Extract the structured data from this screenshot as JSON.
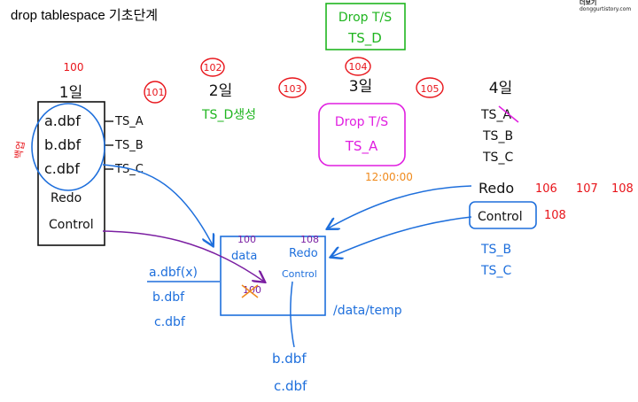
{
  "title": "drop tablespace 기초단계",
  "watermark": {
    "line1": "더보기",
    "line2": "donggurtistory.com"
  },
  "drop_box": {
    "line1": "Drop T/S",
    "line2": "TS_D"
  },
  "scn_labels": [
    "100",
    "101",
    "102",
    "103",
    "104",
    "105"
  ],
  "days": [
    "1일",
    "2일",
    "3일",
    "4일"
  ],
  "day1_files": [
    "a.dbf",
    "b.dbf",
    "c.dbf"
  ],
  "day1_ts": [
    "TS_A",
    "TS_B",
    "TS_C"
  ],
  "day1_other": [
    "Redo",
    "Control"
  ],
  "day1_backup_label": "백업",
  "day2_note": "TS_D생성",
  "day3_box": {
    "line1": "Drop T/S",
    "line2": "TS_A"
  },
  "day3_time": "12:00:00",
  "day4_ts": [
    "TS_A",
    "TS_B",
    "TS_C"
  ],
  "day4_redo": "Redo",
  "day4_control": "Control",
  "day4_scn": [
    "106",
    "107",
    "108"
  ],
  "day4_control_scn": "108",
  "day4_blue_ts": [
    "TS_B",
    "TS_C"
  ],
  "center_box": {
    "scn_left": "100",
    "scn_right": "108",
    "data": "data",
    "redo": "Redo",
    "control": "Control",
    "crossed": "100"
  },
  "restore_list": [
    "a.dbf(x)",
    "b.dbf",
    "c.dbf"
  ],
  "data_temp": "/data/temp",
  "bottom_list": [
    "b.dbf",
    "c.dbf"
  ],
  "colors": {
    "red": "#e8141a",
    "green": "#1fb51f",
    "blue": "#1e6fdc",
    "magenta": "#e01ee0",
    "purple": "#7b1fa2",
    "orange": "#f08a1c",
    "black": "#111111"
  }
}
